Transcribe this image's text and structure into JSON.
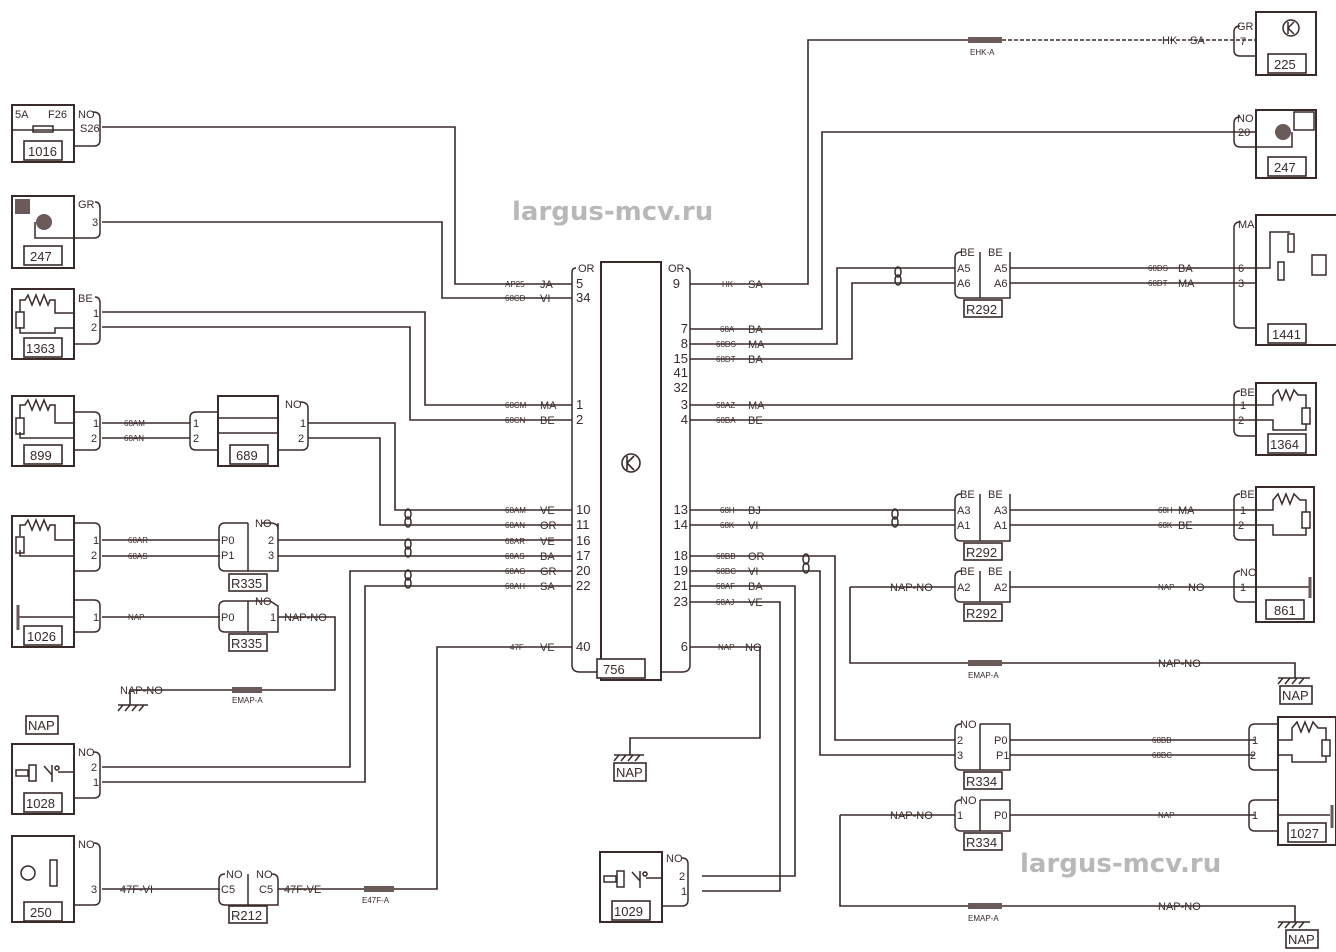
{
  "watermarks": [
    "largus-mcv.ru",
    "largus-mcv.ru"
  ],
  "central_unit": {
    "id": "756",
    "left_header": "OR",
    "right_header": "OR",
    "icon": "ecu-k-icon"
  },
  "left_pins": [
    {
      "pin": "5",
      "wire": "AP25",
      "color": "JA"
    },
    {
      "pin": "34",
      "wire": "68CD",
      "color": "VI"
    },
    {
      "pin": "1",
      "wire": "68CM",
      "color": "MA"
    },
    {
      "pin": "2",
      "wire": "68CN",
      "color": "BE"
    },
    {
      "pin": "10",
      "wire": "68AM",
      "color": "VE"
    },
    {
      "pin": "11",
      "wire": "68AN",
      "color": "OR"
    },
    {
      "pin": "16",
      "wire": "68AR",
      "color": "VE"
    },
    {
      "pin": "17",
      "wire": "68AS",
      "color": "BA"
    },
    {
      "pin": "20",
      "wire": "68AG",
      "color": "GR"
    },
    {
      "pin": "22",
      "wire": "68AH",
      "color": "SA"
    },
    {
      "pin": "40",
      "wire": "47F",
      "color": "VE"
    }
  ],
  "right_pins": [
    {
      "pin": "9",
      "wire": "HK",
      "color": "SA"
    },
    {
      "pin": "7",
      "wire": "68A",
      "color": "BA"
    },
    {
      "pin": "8",
      "wire": "68DS",
      "color": "MA"
    },
    {
      "pin": "15",
      "wire": "68DT",
      "color": "BA"
    },
    {
      "pin": "41",
      "wire": "",
      "color": ""
    },
    {
      "pin": "32",
      "wire": "",
      "color": ""
    },
    {
      "pin": "3",
      "wire": "68AZ",
      "color": "MA"
    },
    {
      "pin": "4",
      "wire": "68BA",
      "color": "BE"
    },
    {
      "pin": "13",
      "wire": "68H",
      "color": "BJ"
    },
    {
      "pin": "14",
      "wire": "68K",
      "color": "VI"
    },
    {
      "pin": "18",
      "wire": "68BB",
      "color": "OR"
    },
    {
      "pin": "19",
      "wire": "68BC",
      "color": "VI"
    },
    {
      "pin": "21",
      "wire": "68AF",
      "color": "BA"
    },
    {
      "pin": "23",
      "wire": "68AJ",
      "color": "VE"
    },
    {
      "pin": "6",
      "wire": "NAP",
      "color": "NO"
    }
  ],
  "components": {
    "c1016": {
      "id": "1016",
      "rating": "5A",
      "fuse": "F26",
      "color": "NO",
      "pin": "S26"
    },
    "c247a": {
      "id": "247",
      "color": "GR",
      "pin": "3"
    },
    "c1363": {
      "id": "1363",
      "color": "BE",
      "pins": [
        "1",
        "2"
      ]
    },
    "c899": {
      "id": "899",
      "pins": [
        "1",
        "2"
      ],
      "wires": [
        "68AM",
        "68AN"
      ]
    },
    "c689": {
      "id": "689",
      "color": "NO",
      "in_pins": [
        "1",
        "2"
      ],
      "out_pins": [
        "1",
        "2"
      ]
    },
    "c1026": {
      "id": "1026",
      "pins": [
        "1",
        "2",
        "1"
      ],
      "wires": [
        "68AR",
        "68AS",
        "NAP"
      ]
    },
    "r335a": {
      "id": "R335",
      "color": "NO",
      "left": [
        "P0",
        "P1"
      ],
      "right": [
        "2",
        "3"
      ]
    },
    "r335b": {
      "id": "R335",
      "color": "NO",
      "left": [
        "P0"
      ],
      "right": [
        "1"
      ],
      "out": "NAP-NO"
    },
    "nap_left": {
      "id": "NAP",
      "wire": "NAP-NO",
      "splice": "EMAP-A"
    },
    "c1028": {
      "id": "1028",
      "color": "NO",
      "pins": [
        "2",
        "1"
      ]
    },
    "c250": {
      "id": "250",
      "color": "NO",
      "pin": "3",
      "wire": "47F-VI"
    },
    "r212": {
      "id": "R212",
      "colors": [
        "NO",
        "NO"
      ],
      "pins": [
        "C5",
        "C5"
      ],
      "out": "47F-VE",
      "splice": "E47F-A"
    },
    "nap_center": {
      "id": "NAP"
    },
    "c1029": {
      "id": "1029",
      "color": "NO",
      "pins": [
        "2",
        "1"
      ]
    },
    "c225": {
      "id": "225",
      "color": "GR",
      "pin": "7",
      "splice": "EHK-A",
      "wire": "HK",
      "wcolor": "SA"
    },
    "c247b": {
      "id": "247",
      "color": "NO",
      "pin": "20"
    },
    "r292a": {
      "id": "R292",
      "colors": [
        "BE",
        "BE"
      ],
      "left": [
        "A5",
        "A6"
      ],
      "right": [
        "A5",
        "A6"
      ]
    },
    "c1441": {
      "id": "1441",
      "color": "MA",
      "pins": [
        "6",
        "3"
      ],
      "wires": [
        {
          "w": "68DS",
          "c": "BA"
        },
        {
          "w": "68DT",
          "c": "MA"
        }
      ]
    },
    "c1364": {
      "id": "1364",
      "color": "BE",
      "pins": [
        "1",
        "2"
      ]
    },
    "r292b": {
      "id": "R292",
      "colors": [
        "BE",
        "BE"
      ],
      "left": [
        "A3",
        "A1"
      ],
      "right": [
        "A3",
        "A1"
      ]
    },
    "r292c": {
      "id": "R292",
      "colors": [
        "BE",
        "BE"
      ],
      "left": [
        "A2"
      ],
      "right": [
        "A2"
      ],
      "in": "NAP-NO"
    },
    "c861": {
      "id": "861",
      "colors": [
        "BE",
        "NO"
      ],
      "pins": [
        "1",
        "2",
        "1"
      ],
      "wires": [
        {
          "w": "68H",
          "c": "MA"
        },
        {
          "w": "68K",
          "c": "BE"
        },
        {
          "w": "NAP",
          "c": "NO"
        }
      ]
    },
    "nap_r1": {
      "id": "NAP",
      "wire": "NAP-NO",
      "splice": "EMAP-A"
    },
    "r334a": {
      "id": "R334",
      "color": "NO",
      "left": [
        "2",
        "3"
      ],
      "right": [
        "P0",
        "P1"
      ],
      "wires": [
        "68BB",
        "68BC"
      ]
    },
    "r334b": {
      "id": "R334",
      "color": "NO",
      "left": [
        "1"
      ],
      "right": [
        "P0"
      ],
      "in": "NAP-NO",
      "wire": "NAP"
    },
    "c1027": {
      "id": "1027",
      "pins": [
        "1",
        "2",
        "1"
      ]
    },
    "nap_r2": {
      "id": "NAP",
      "wire": "NAP-NO",
      "splice": "EMAP-A"
    }
  }
}
